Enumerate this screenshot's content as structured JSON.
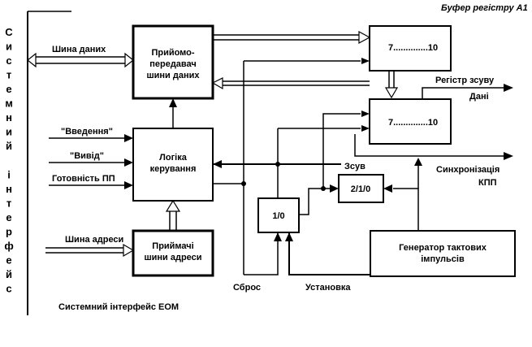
{
  "title": "Буфер регістру А1",
  "side_label_chars": [
    "С",
    "и",
    "с",
    "т",
    "е",
    "м",
    "н",
    "и",
    "й",
    "",
    "і",
    "н",
    "т",
    "е",
    "р",
    "ф",
    "е",
    "й",
    "с"
  ],
  "blocks": {
    "transceiver": [
      "Прийомо-",
      "передавач",
      "шини даних"
    ],
    "logic": [
      "Логіка",
      "керування"
    ],
    "receivers": [
      "Приймачі",
      "шини адреси"
    ],
    "reg_top": "7..............10",
    "reg_bottom": "7..............10",
    "flip1": "1/0",
    "flip2": "2/1/0",
    "generator": [
      "Генератор тактових",
      "імпульсів"
    ]
  },
  "labels": {
    "data_bus": "Шина даних",
    "input": "\"Введення\"",
    "output": "\"Вивід\"",
    "ready": "Готовність ПП",
    "address_bus": "Шина адреси",
    "shift_register": "Регістр зсуву",
    "data": "Дані",
    "sync1": "Синхронізація",
    "sync2": "КПП",
    "shift": "Зсув",
    "reset": "Сброс",
    "set": "Установка",
    "footer": "Системний інтерфейс ЕОМ"
  }
}
